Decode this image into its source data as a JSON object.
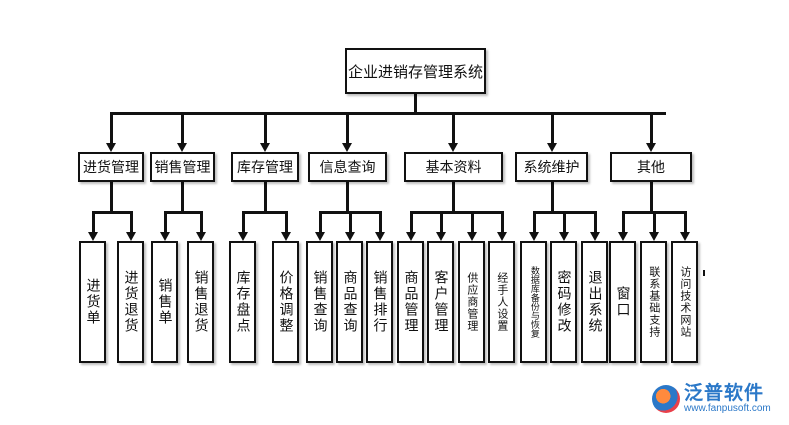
{
  "root": {
    "label": "企业进销存管理系统"
  },
  "categories": [
    {
      "label": "进货管理",
      "children": [
        "进货单",
        "进货退货"
      ]
    },
    {
      "label": "销售管理",
      "children": [
        "销售单",
        "销售退货"
      ]
    },
    {
      "label": "库存管理",
      "children": [
        "库存盘点",
        "价格调整"
      ]
    },
    {
      "label": "信息查询",
      "children": [
        "销售查询",
        "商品查询",
        "销售排行"
      ]
    },
    {
      "label": "基本资料",
      "children": [
        "商品管理",
        "客户管理",
        "供应商管理",
        "经手人设置"
      ]
    },
    {
      "label": "系统维护",
      "children": [
        "数据库备份与恢复",
        "密码修改",
        "退出系统"
      ]
    },
    {
      "label": "其他",
      "children": [
        "窗口",
        "联系基础支持",
        "访问技术网站"
      ]
    }
  ],
  "watermark": {
    "name": "泛普软件",
    "url": "www.fanpusoft.com",
    "icon": "fanpu-logo-icon"
  },
  "colors": {
    "line": "#111111",
    "brand": "#2b78c8"
  }
}
